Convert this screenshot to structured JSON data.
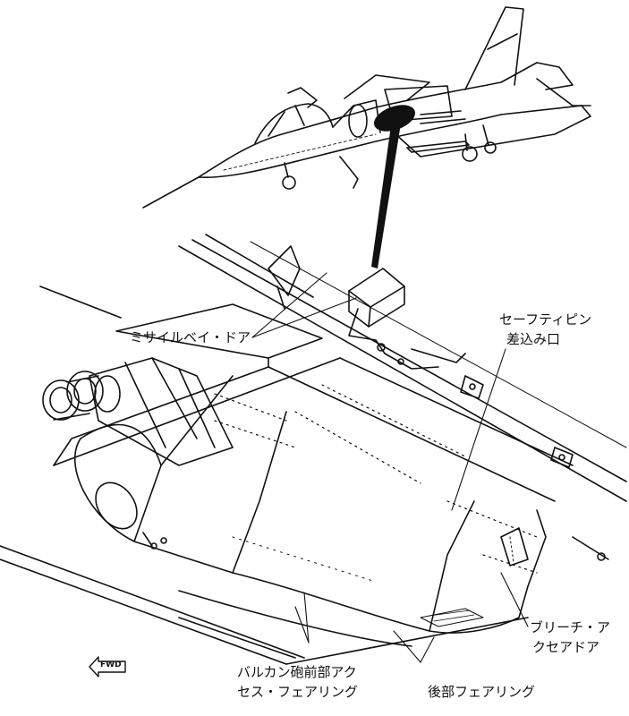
{
  "labels": {
    "missile_bay_door": "ミサイルベイ・ドア",
    "safety_pin_line1": "セーフティピン",
    "safety_pin_line2": "差込み口",
    "breech_door_line1": "ブリーチ・ア",
    "breech_door_line2": "クセアドア",
    "vulcan_fairing_line1": "バルカン砲前部アク",
    "vulcan_fairing_line2": "セス・フェアリング",
    "rear_fairing": "後部フェアリング",
    "fwd": "FWD"
  },
  "icons": {
    "forward_arrow": "fwd-arrow-icon",
    "aircraft": "jet-aircraft-illustration"
  }
}
